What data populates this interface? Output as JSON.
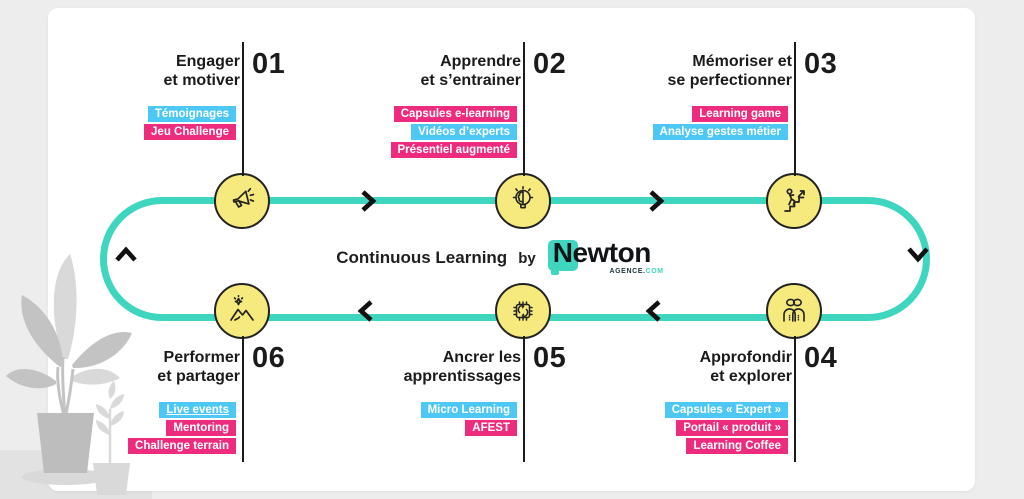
{
  "colors": {
    "teal": "#3fd6c0",
    "cyan": "#4dc8f4",
    "pink": "#ee2c7e",
    "yellow": "#f6e97d",
    "ink": "#1b1b1b",
    "bg": "#ededed",
    "card": "#ffffff",
    "patch": "#e2e2e2",
    "plant": "#c3c3c3",
    "plant_light": "#d9d9d9",
    "pot": "#bdbdbd",
    "logo_dark": "#233640"
  },
  "center": {
    "caption": "Continuous Learning",
    "by": "by",
    "brand": "Newton",
    "brand_sub_left": "AGENCE.",
    "brand_sub_right": "COM"
  },
  "stages": [
    {
      "number": "01",
      "title": "Engager\net motiver",
      "icon": "megaphone-icon",
      "tags": [
        {
          "label": "Témoignages",
          "color": "cyan"
        },
        {
          "label": "Jeu Challenge",
          "color": "pink"
        }
      ]
    },
    {
      "number": "02",
      "title": "Apprendre\net s’entrainer",
      "icon": "lightbulb-brain-icon",
      "tags": [
        {
          "label": "Capsules e-learning",
          "color": "pink"
        },
        {
          "label": "Vidéos d’experts",
          "color": "cyan"
        },
        {
          "label": "Présentiel augmenté",
          "color": "pink"
        }
      ]
    },
    {
      "number": "03",
      "title": "Mémoriser et\nse perfectionner",
      "icon": "person-climbing-stairs-icon",
      "tags": [
        {
          "label": "Learning game",
          "color": "pink"
        },
        {
          "label": "Analyse gestes métier",
          "color": "cyan"
        }
      ]
    },
    {
      "number": "04",
      "title": "Approfondir\net explorer",
      "icon": "people-infinity-icon",
      "tags": [
        {
          "label": "Capsules « Expert »",
          "color": "cyan"
        },
        {
          "label": "Portail « produit »",
          "color": "pink"
        },
        {
          "label": "Learning Coffee",
          "color": "pink"
        }
      ]
    },
    {
      "number": "05",
      "title": "Ancrer les\napprentissages",
      "icon": "chip-sync-icon",
      "tags": [
        {
          "label": "Micro Learning",
          "color": "cyan"
        },
        {
          "label": "AFEST",
          "color": "pink"
        }
      ]
    },
    {
      "number": "06",
      "title": "Performer\net partager",
      "icon": "mountain-star-icon",
      "tags": [
        {
          "label": "Live events",
          "color": "cyan",
          "underline": true
        },
        {
          "label": "Mentoring",
          "color": "pink"
        },
        {
          "label": "Challenge terrain",
          "color": "pink"
        }
      ]
    }
  ]
}
